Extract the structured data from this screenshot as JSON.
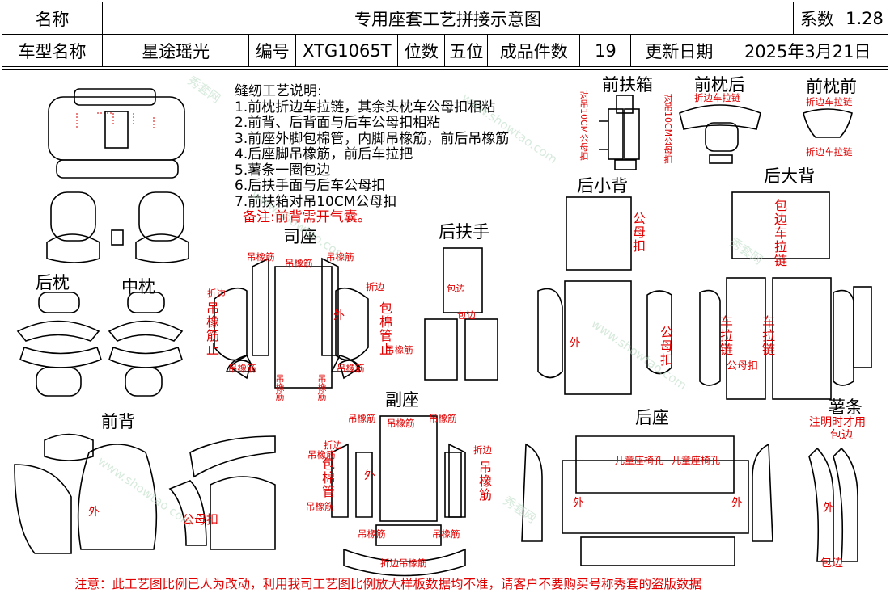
{
  "header": {
    "name_label": "名称",
    "title": "专用座套工艺拼接示意图",
    "coef_label": "系数",
    "coef_value": "1.28",
    "model_label": "车型名称",
    "model_value": "星途瑶光",
    "code_label": "编号",
    "code_value": "XTG1065T",
    "seats_label": "位数",
    "seats_value": "五位",
    "pieces_label": "成品件数",
    "pieces_value": "19",
    "date_label": "更新日期",
    "date_value": "2025年3月21日"
  },
  "notes": {
    "heading": "缝纫工艺说明:",
    "items": [
      "1.前枕折边车拉链，其余头枕车公母扣相粘",
      "2.前背、后背面与后车公母扣相粘",
      "3.前座外脚包棉管，内脚吊橡筋，前后吊橡筋",
      "4.后座脚吊橡筋，前后车拉把",
      "5.薯条一圈包边",
      "6.后扶手面与后车公母扣",
      "7.前扶箱对吊10CM公母扣"
    ],
    "remark": "备注:前背需开气囊。"
  },
  "sections": {
    "front_armbox": "前扶箱",
    "front_pillow_back": "前枕后",
    "front_pillow_front": "前枕前",
    "rear_small_back": "后小背",
    "rear_big_back": "后大背",
    "driver_seat": "司座",
    "rear_armrest": "后扶手",
    "rear_pillow": "后枕",
    "mid_pillow": "中枕",
    "passenger_seat": "副座",
    "front_back": "前背",
    "rear_seat": "后座",
    "fries": "薯条"
  },
  "labels": {
    "pair_hang_10cm": "对吊10CM公母扣",
    "fold_zipper": "折边车拉链",
    "male_female_snap": "公母扣",
    "wrap_zipper": "包边车拉链",
    "car_zipper": "车拉链",
    "hang_elastic": "吊橡筋",
    "fold_edge": "折边",
    "wrap_tube": "包棉管",
    "fold_hang_elastic": "折边吊橡筋",
    "outer": "外",
    "wrap_edge": "包边",
    "child_seat_hole": "儿童座椅孔",
    "fries_note": "注明时才用",
    "hang_elastic_stop": "吊橡筋止",
    "wrap_tube_stop": "包棉管止"
  },
  "footer": "注意：此工艺图比例已人为改动，利用我司工艺图比例放大样板数据均不准，请客户不要购买号称秀套的盗版数据",
  "watermark": {
    "brand": "秀套网",
    "site": "www.showtao.com"
  },
  "colors": {
    "annotation_red": "#e00000",
    "outline": "#000000",
    "watermark_green": "#b7d9c0"
  }
}
